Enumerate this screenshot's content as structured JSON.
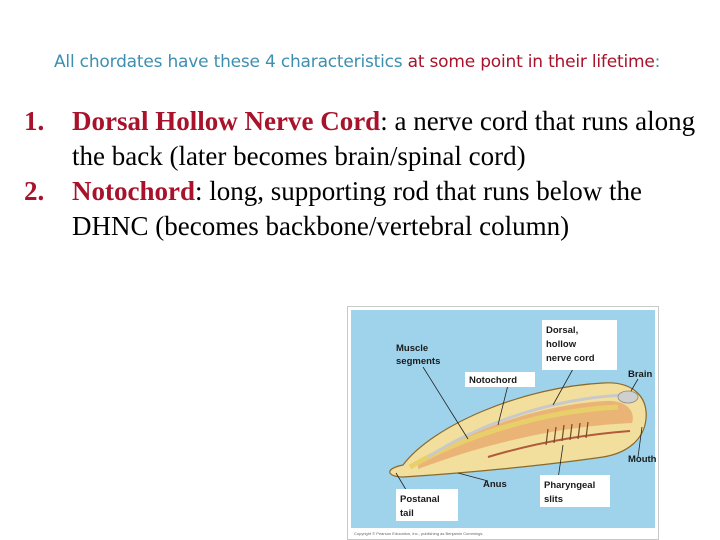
{
  "subtitle": {
    "part1": "All chordates have these 4 characteristics",
    "part2": "at some point in their lifetime",
    "part3": ":"
  },
  "items": [
    {
      "number": "1.",
      "term": "Dorsal Hollow Nerve Cord",
      "text": ": a nerve cord that runs along the back (later becomes brain/spinal cord)"
    },
    {
      "number": "2.",
      "term": "Notochord",
      "text": ": long, supporting rod that runs below the DHNC (becomes backbone/vertebral column)"
    }
  ],
  "figure": {
    "labels": {
      "muscle_segments": [
        "Muscle",
        "segments"
      ],
      "dorsal_nerve_cord": [
        "Dorsal,",
        "hollow",
        "nerve cord"
      ],
      "notochord": "Notochord",
      "brain": "Brain",
      "mouth": "Mouth",
      "anus": "Anus",
      "pharyngeal_slits": [
        "Pharyngeal",
        "slits"
      ],
      "postanal_tail": [
        "Postanal",
        "tail"
      ]
    },
    "credit": "Copyright © Pearson Education, Inc., publishing as Benjamin Cummings."
  }
}
